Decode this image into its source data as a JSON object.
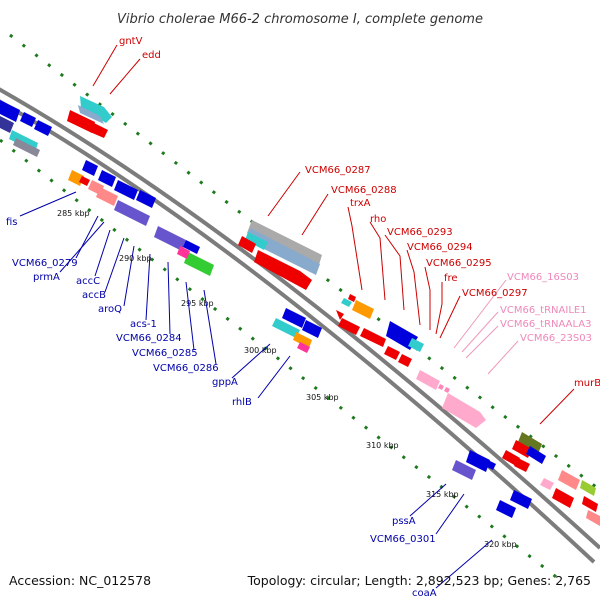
{
  "title": "Vibrio cholerae M66-2 chromosome I, complete genome",
  "footer": {
    "accession": "Accession: NC_012578",
    "summary": "Topology: circular; Length: 2,892,523 bp; Genes: 2,765"
  },
  "colors": {
    "backbone": "#8a8a8a",
    "tick": "#1e7a1e",
    "forward_label": "#cc0000",
    "reverse_label": "#0000aa",
    "rna_label": "#ee88bb"
  },
  "scale_labels": [
    "285 kbp",
    "290 kbp",
    "295 kbp",
    "300 kbp",
    "305 kbp",
    "310 kbp",
    "315 kbp",
    "320 kbp"
  ],
  "labels": {
    "forward": [
      "gntV",
      "edd",
      "VCM66_0287",
      "VCM66_0288",
      "trxA",
      "rho",
      "VCM66_0293",
      "VCM66_0294",
      "VCM66_0295",
      "fre",
      "VCM66_0297",
      "murB"
    ],
    "rna": [
      "VCM66_16S03",
      "VCM66_tRNAILE1",
      "VCM66_tRNAALA3",
      "VCM66_23S03"
    ],
    "reverse": [
      "fis",
      "VCM66_0279",
      "prmA",
      "accC",
      "accB",
      "aroQ",
      "acs-1",
      "VCM66_0284",
      "VCM66_0285",
      "VCM66_0286",
      "gppA",
      "rhlB",
      "pssA",
      "VCM66_0301",
      "coaA"
    ]
  }
}
